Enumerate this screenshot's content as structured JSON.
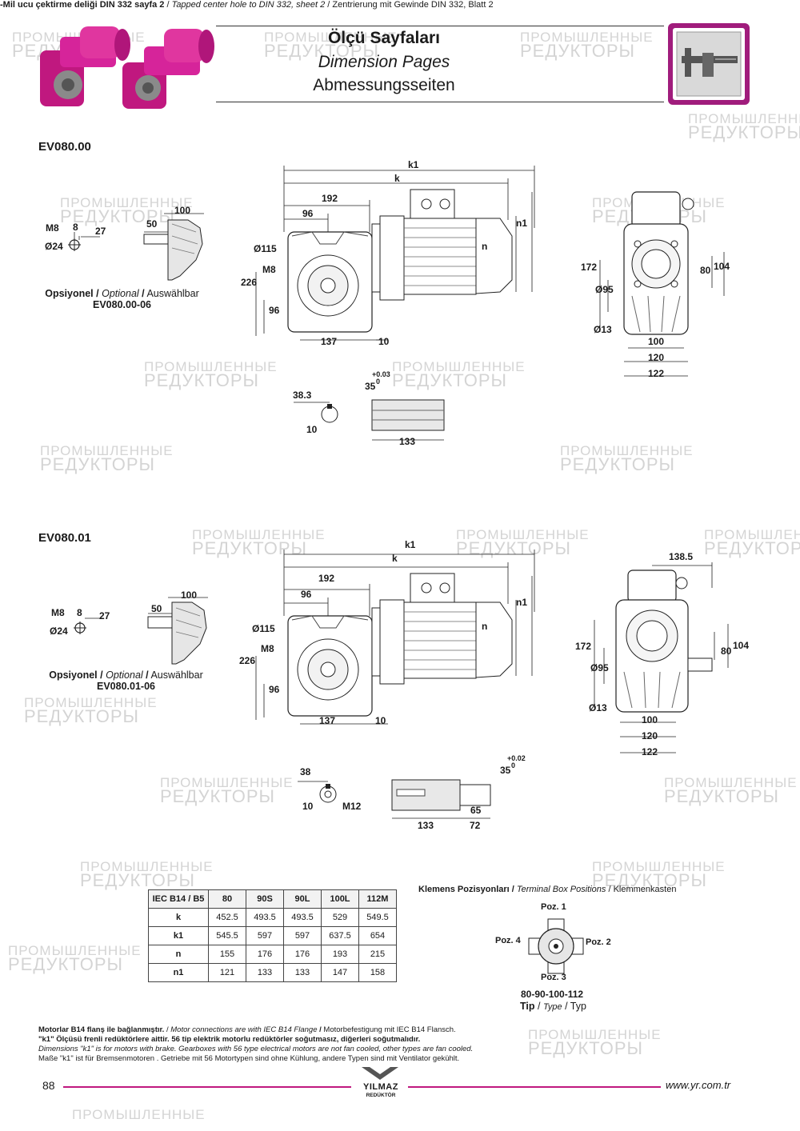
{
  "header": {
    "title_tr": "Ölçü Sayfaları",
    "title_en": "Dimension Pages",
    "title_de": "Abmessungsseiten"
  },
  "note": {
    "tr": "-Mil ucu çektirme deliği DIN 332 sayfa 2",
    "en": "Tapped center hole to DIN 332, sheet 2",
    "de": "Zentrierung mit Gewinde DIN 332, Blatt 2",
    "sep": "/"
  },
  "optional_label": {
    "tr": "Opsiyonel",
    "en": "Optional",
    "de": "Auswählbar",
    "sep": "/"
  },
  "sections": [
    {
      "model": "EV080.00",
      "optional_code": "EV080.00-06",
      "dims": {
        "k1": "k1",
        "k": "k",
        "d192": "192",
        "d96": "96",
        "n": "n",
        "n1": "n1",
        "d115": "Ø115",
        "m8": "M8",
        "d226": "226",
        "d96b": "96",
        "d137": "137",
        "d10": "10",
        "d172": "172",
        "d95": "Ø95",
        "d80": "80",
        "d104": "104",
        "d13": "Ø13",
        "d100": "100",
        "d120": "120",
        "d122": "122",
        "s_m8": "M8",
        "s_8": "8",
        "s_27": "27",
        "s_24": "Ø24",
        "s_50": "50",
        "s_100": "100",
        "key_38": "38.3",
        "key_10": "10",
        "bore_35": "35",
        "tol_up": "+0.03",
        "tol_lo": "0",
        "bore_133": "133"
      }
    },
    {
      "model": "EV080.01",
      "optional_code": "EV080.01-06",
      "dims": {
        "k1": "k1",
        "k": "k",
        "d192": "192",
        "d96": "96",
        "n": "n",
        "n1": "n1",
        "d115": "Ø115",
        "m8": "M8",
        "d226": "226",
        "d96b": "96",
        "d137": "137",
        "d10": "10",
        "d1385": "138.5",
        "d172": "172",
        "d95": "Ø95",
        "d80": "80",
        "d104": "104",
        "d13": "Ø13",
        "d100": "100",
        "d120": "120",
        "d122": "122",
        "s_m8": "M8",
        "s_8": "8",
        "s_27": "27",
        "s_24": "Ø24",
        "s_50": "50",
        "s_100": "100",
        "key_38": "38",
        "key_10": "10",
        "key_m12": "M12",
        "bore_35": "35",
        "tol_up": "+0.02",
        "tol_lo": "0",
        "shaft_133": "133",
        "shaft_65": "65",
        "shaft_72": "72"
      }
    }
  ],
  "table": {
    "headers": [
      "IEC B14 / B5",
      "80",
      "90S",
      "90L",
      "100L",
      "112M"
    ],
    "rows": [
      [
        "k",
        "452.5",
        "493.5",
        "493.5",
        "529",
        "549.5"
      ],
      [
        "k1",
        "545.5",
        "597",
        "597",
        "637.5",
        "654"
      ],
      [
        "n",
        "155",
        "176",
        "176",
        "193",
        "215"
      ],
      [
        "n1",
        "121",
        "133",
        "133",
        "147",
        "158"
      ]
    ]
  },
  "terminal_box": {
    "title_tr": "Klemens Pozisyonları",
    "title_en": "Terminal Box Positions",
    "title_de": "Klemmenkasten",
    "sep": "/",
    "poz1": "Poz. 1",
    "poz2": "Poz. 2",
    "poz3": "Poz. 3",
    "poz4": "Poz. 4",
    "sizes": "80-90-100-112",
    "type_tr": "Tip",
    "type_en": "Type",
    "type_de": "Typ"
  },
  "footnotes": {
    "line1_tr": "Motorlar B14 flanş ile bağlanmıştır.",
    "line1_en": "Motor connections are with IEC B14 Flange",
    "line1_de": "Motorbefestigung mit IEC B14 Flansch.",
    "line2": "\"k1\" Ölçüsü frenli redüktörlere aittir. 56 tip elektrik motorlu redüktörler soğutmasız, diğerleri soğutmalıdır.",
    "line3": "Dimensions \"k1\" is for motors with brake. Gearboxes with 56 type electrical motors are not fan cooled, other types are fan cooled.",
    "line4": "Maße \"k1\" ist für Bremsenmotoren . Getriebe mit 56 Motortypen sind ohne Kühlung, andere Typen sind mit Ventilator gekühlt.",
    "sep": "/"
  },
  "footer": {
    "page_number": "88",
    "brand": "YILMAZ",
    "brand_sub": "REDÜKTÖR",
    "url": "www.yr.com.tr"
  },
  "watermark": {
    "line1": "ПРОМЫШЛЕННЫЕ",
    "line2": "РЕДУКТОРЫ"
  },
  "colors": {
    "magenta": "#c0187f",
    "purple_frame": "#a01c7c",
    "gear_pink": "#d6249a"
  }
}
